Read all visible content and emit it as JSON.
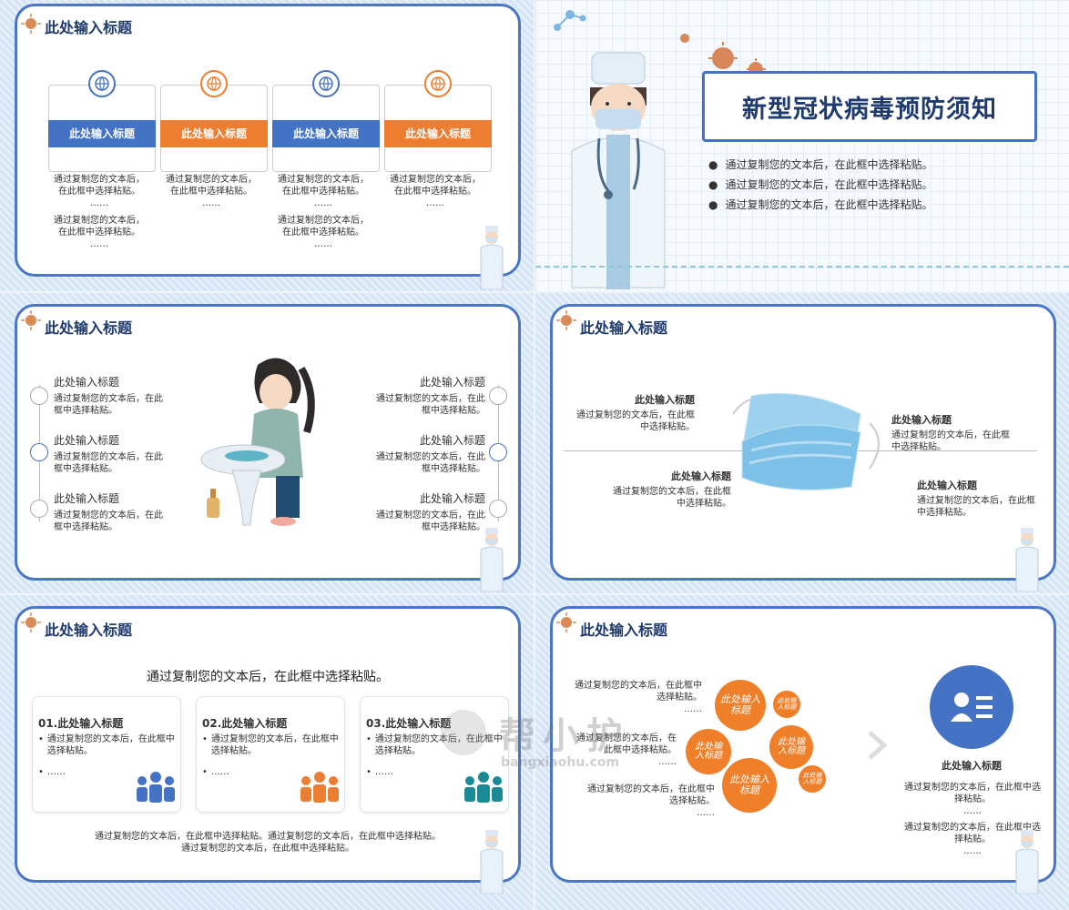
{
  "placeholder_title": "此处输入标题",
  "paste_text": "通过复制您的文本后，在此框中选择粘贴。",
  "paste_text_line1": "通过复制您的文本后，",
  "paste_text_line2": "在此框中选择粘贴。",
  "dots": "……",
  "slide1": {
    "boxes": [
      {
        "label": "此处输入标题",
        "color": "#4472c4"
      },
      {
        "label": "此处输入标题",
        "color": "#ed7d31"
      },
      {
        "label": "此处输入标题",
        "color": "#4472c4"
      },
      {
        "label": "此处输入标题",
        "color": "#ed7d31"
      }
    ]
  },
  "slide2": {
    "title": "新型冠状病毒预防须知",
    "bullets": [
      "通过复制您的文本后，在此框中选择粘贴。",
      "通过复制您的文本后，在此框中选择粘贴。",
      "通过复制您的文本后，在此框中选择粘贴。"
    ]
  },
  "slide3": {
    "item_title": "此处输入标题",
    "item_text_line1": "通过复制您的文本后，在此",
    "item_text_line2": "框中选择粘贴。"
  },
  "slide4": {
    "item_title": "此处输入标题",
    "item_text_line1": "通过复制您的文本后，在此框",
    "item_text_line2": "中选择粘贴。"
  },
  "slide5": {
    "subtitle": "通过复制您的文本后，在此框中选择粘贴。",
    "cards": [
      {
        "title": "01.此处输入标题",
        "color": "#4472c4"
      },
      {
        "title": "02.此处输入标题",
        "color": "#ed7d31"
      },
      {
        "title": "03.此处输入标题",
        "color": "#1a8a96"
      }
    ],
    "card_bullet1": "通过复制您的文本后，在此框中选择粘贴。",
    "card_bullet2": "……",
    "footer_line1": "通过复制您的文本后，在此框中选择粘贴。通过复制您的文本后，在此框中选择粘贴。",
    "footer_line2": "通过复制您的文本后，在此框中选择粘贴。"
  },
  "slide6": {
    "bubble_text": "此处输入标题",
    "bubble_small": "此处输入标题",
    "left_texts": [
      {
        "l1": "通过复制您的文本后，在此框中",
        "l2": "选择粘贴。"
      },
      {
        "l1": "通过复制您的文本后，在",
        "l2": "此框中选择粘贴。"
      },
      {
        "l1": "通过复制您的文本后，在此框中",
        "l2": "选择粘贴。"
      }
    ],
    "right_title": "此处输入标题",
    "right_l1": "通过复制您的文本后，在此框中选",
    "right_l2": "择粘贴。"
  },
  "watermark": {
    "cn": "帮小护",
    "url": "bangxiaohu.com"
  },
  "colors": {
    "blue": "#4472c4",
    "orange": "#ed7d31",
    "teal": "#1a8a96",
    "border": "#4a76c6",
    "title": "#1e3a6e"
  }
}
